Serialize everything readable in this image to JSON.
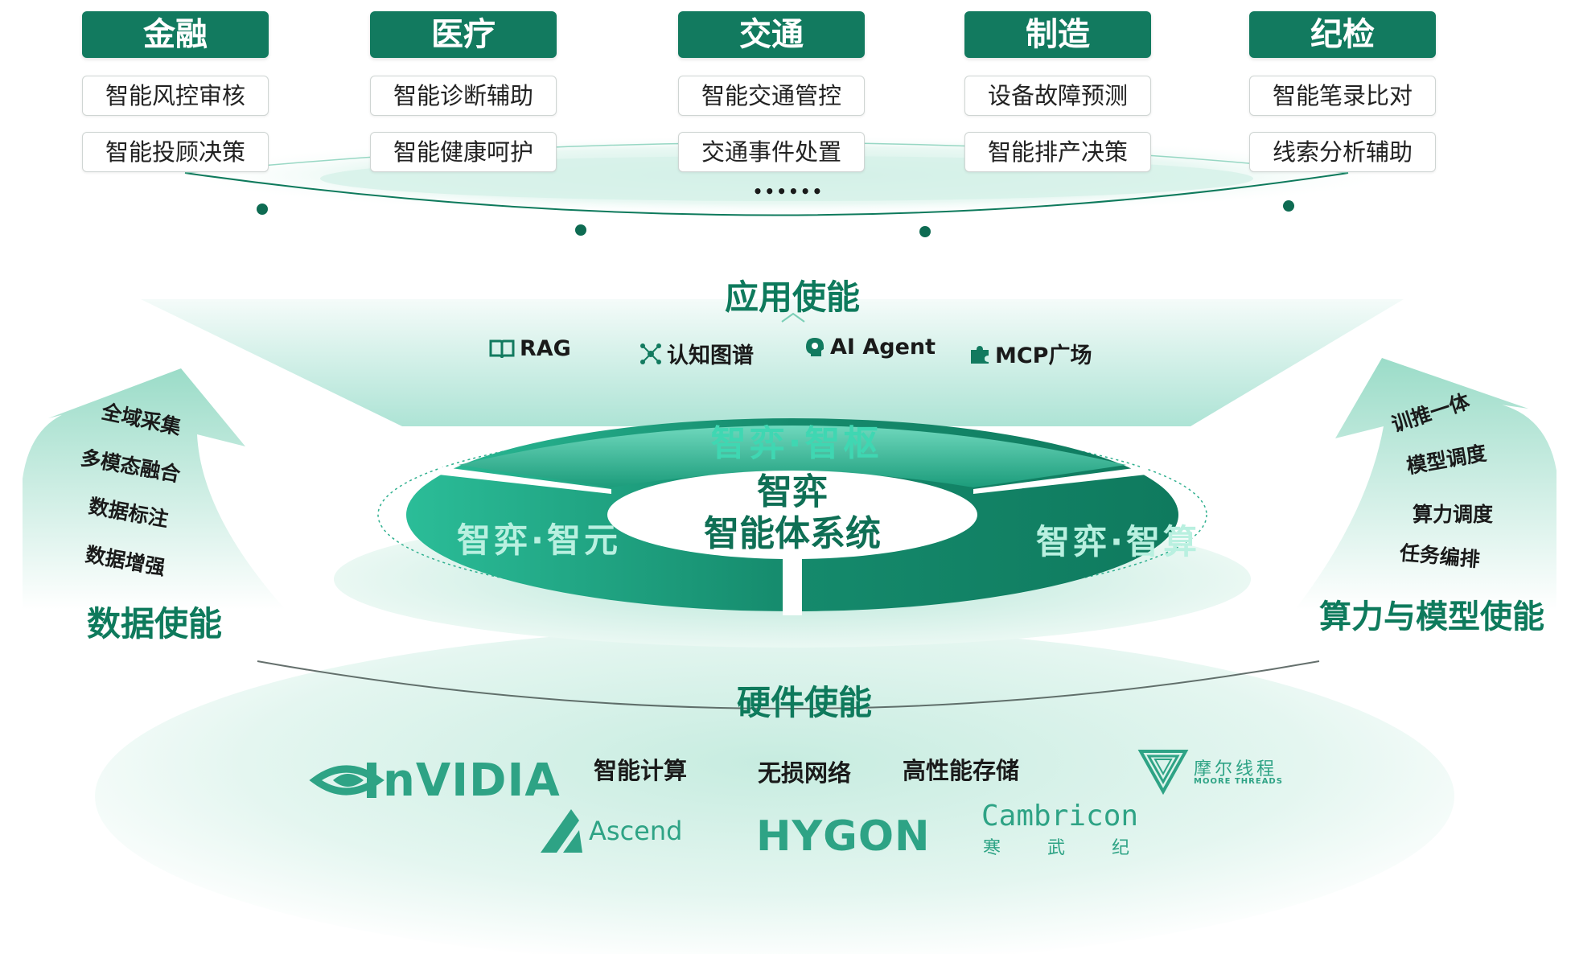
{
  "colors": {
    "primary": "#127a5f",
    "accent": "#2fc4a1",
    "light": "#e6f6f1",
    "text": "#1a1a1a"
  },
  "industries": [
    {
      "name": "金融",
      "items": [
        "智能风控审核",
        "智能投顾决策"
      ]
    },
    {
      "name": "医疗",
      "items": [
        "智能诊断辅助",
        "智能健康呵护"
      ]
    },
    {
      "name": "交通",
      "items": [
        "智能交通管控",
        "交通事件处置"
      ]
    },
    {
      "name": "制造",
      "items": [
        "设备故障预测",
        "智能排产决策"
      ]
    },
    {
      "name": "纪检",
      "items": [
        "智能笔录比对",
        "线索分析辅助"
      ]
    }
  ],
  "ellipsis": "••••••",
  "application": {
    "title": "应用使能",
    "tools": [
      {
        "icon": "book-icon",
        "label": "RAG"
      },
      {
        "icon": "graph-icon",
        "label": "认知图谱"
      },
      {
        "icon": "agent-head-icon",
        "label": "AI Agent"
      },
      {
        "icon": "puzzle-icon",
        "label": "MCP广场"
      }
    ]
  },
  "core": {
    "top": "智弈·智枢",
    "left": "智弈·智元",
    "right": "智弈·智算",
    "center_line1": "智弈",
    "center_line2": "智能体系统"
  },
  "data_enable": {
    "title": "数据使能",
    "items": [
      "全域采集",
      "多模态融合",
      "数据标注",
      "数据增强"
    ]
  },
  "compute_enable": {
    "title": "算力与模型使能",
    "items": [
      "训推一体",
      "模型调度",
      "算力调度",
      "任务编排"
    ]
  },
  "hardware": {
    "title": "硬件使能",
    "labels": [
      "智能计算",
      "无损网络",
      "高性能存储"
    ],
    "logos": {
      "nvidia": "nVIDIA",
      "ascend": "Ascend",
      "hygon": "HYGON",
      "cambricon": "Cambricon",
      "cambricon_cn": [
        "寒",
        "武",
        "纪"
      ],
      "moore_cn": "摩尔线程",
      "moore_en": "MOORE THREADS"
    }
  }
}
